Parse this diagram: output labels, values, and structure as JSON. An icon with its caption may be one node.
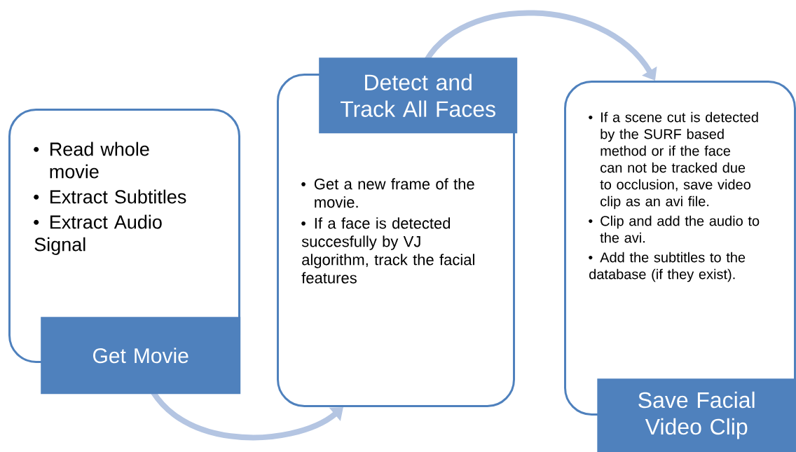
{
  "diagram": {
    "nodes": [
      {
        "text": [
          "Read whole movie",
          "Extract Subtitles",
          "Extract Audio Signal",
          "Get Movie"
        ]
      },
      {
        "text": [
          "Detect and Track All Faces",
          "Get a new frame of the movie.",
          "If a face is detected succesfully by VJ algorithm, track the facial features"
        ]
      },
      {
        "text": [
          "If a scene cut is detected by the SURF based method or if the face can not be tracked due to occlusion, save video clip as an avi file.",
          "Clip and add the audio to the avi.",
          "Add the subtitles to the database (if they exist).",
          "Save Facial Video Clip"
        ]
      }
    ],
    "edges": [
      {
        "from": 0,
        "to": 1,
        "arrow": "to"
      },
      {
        "from": 1,
        "to": 2,
        "arrow": "to"
      }
    ]
  }
}
